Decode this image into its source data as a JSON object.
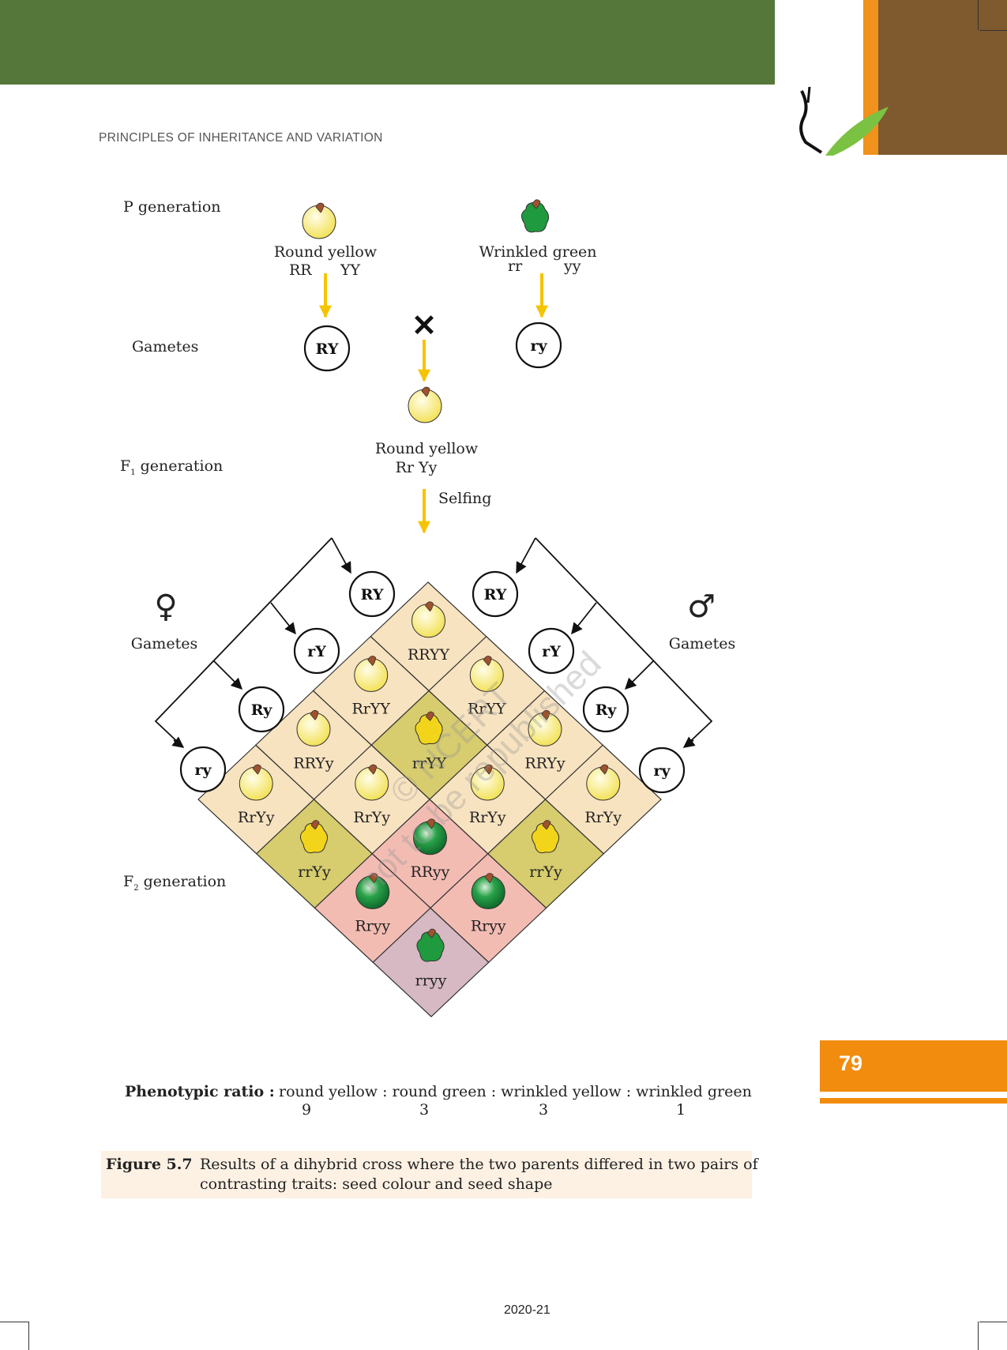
{
  "header": {
    "chapter_title": "PRINCIPLES OF INHERITANCE AND VARIATION"
  },
  "colors": {
    "green_band": "#55773a",
    "orange": "#f28c0e",
    "brown": "#7f5a2e",
    "round_yellow_cell": "#f8e3c0",
    "wrinkled_yellow_cell": "#d7cc6e",
    "round_green_cell": "#f3bcb3",
    "wrinkled_green_cell": "#d6b9c3"
  },
  "labels": {
    "p_generation": "P generation",
    "gametes": "Gametes",
    "f1_generation_pre": "F",
    "f1_sub": "1",
    "f1_generation_post": " generation",
    "f2_generation_pre": "F",
    "f2_sub": "2",
    "f2_generation_post": " generation",
    "selfing": "Selfing",
    "female_symbol": "♀",
    "male_symbol": "♂",
    "cross_symbol": "✕"
  },
  "parents": {
    "left": {
      "phenotype": "Round yellow",
      "allele1": "RR",
      "allele2": "YY",
      "gamete": "RY"
    },
    "right": {
      "phenotype": "Wrinkled green",
      "allele1": "rr",
      "allele2": "yy",
      "gamete": "ry"
    }
  },
  "f1": {
    "phenotype": "Round yellow",
    "genotype": "Rr Yy"
  },
  "gametes": [
    "RY",
    "rY",
    "Ry",
    "ry"
  ],
  "punnett": [
    [
      "RRYY",
      "RrYY",
      "RRYy",
      "RrYy"
    ],
    [
      "RrYY",
      "rrYY",
      "RrYy",
      "rrYy"
    ],
    [
      "RRYy",
      "RrYy",
      "RRyy",
      "Rryy"
    ],
    [
      "RrYy",
      "rrYy",
      "Rryy",
      "rryy"
    ]
  ],
  "ratio": {
    "label": "Phenotypic ratio :",
    "phenotypes": "round yellow : round green : wrinkled yellow : wrinkled green",
    "values": [
      "9",
      "3",
      "3",
      "1"
    ]
  },
  "caption": {
    "figure": "Figure 5.7",
    "line1": "Results of a dihybrid cross where the two parents differed in two pairs of",
    "line2": "contrasting traits: seed colour and seed shape"
  },
  "page_number": "79",
  "year": "2020-21",
  "watermark": {
    "line1": "© NCERT",
    "line2": "not to be republished"
  }
}
